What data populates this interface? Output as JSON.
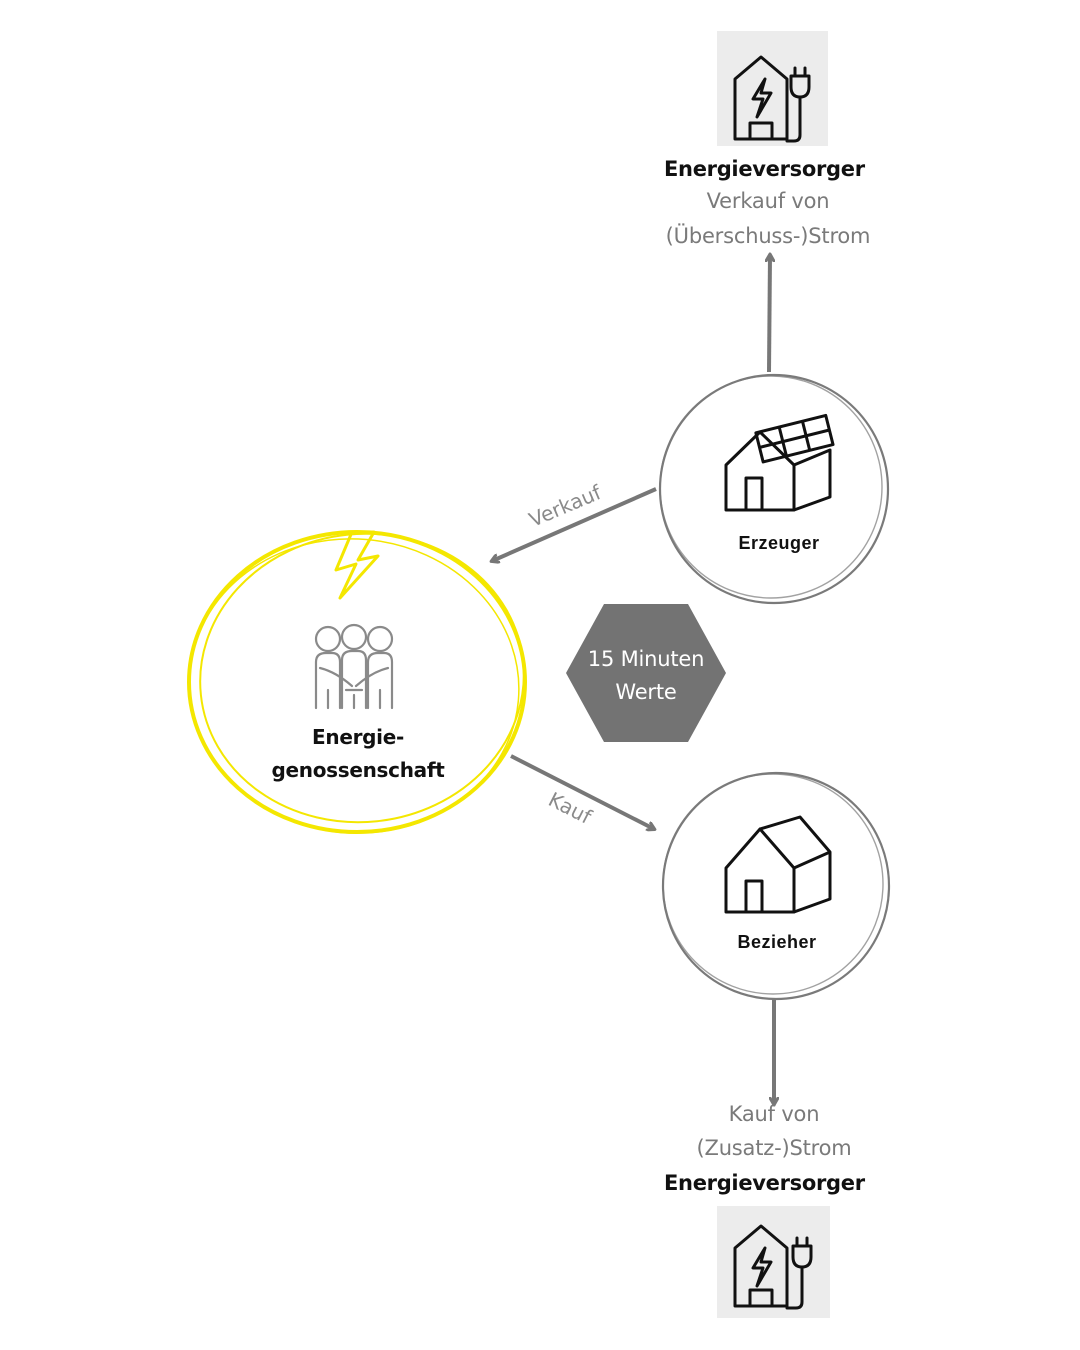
{
  "top_supplier": {
    "title": "Energieversorger",
    "line1": "Verkauf von",
    "line2": "(Überschuss-)Strom",
    "icon": "energy-supplier-icon"
  },
  "producer": {
    "label": "Erzeuger",
    "icon": "solar-house-icon"
  },
  "consumer": {
    "label": "Bezieher",
    "icon": "house-icon"
  },
  "cooperative": {
    "line1": "Energie-",
    "line2": "genossenschaft",
    "icon": "community-people-icon",
    "accent_icon": "lightning-icon",
    "color": "#f4e700"
  },
  "arrows": {
    "sell": "Verkauf",
    "buy": "Kauf"
  },
  "hexagon": {
    "line1": "15 Minuten",
    "line2": "Werte",
    "color": "#737373"
  },
  "bottom_supplier": {
    "line1": "Kauf von",
    "line2": "(Zusatz-)Strom",
    "title": "Energieversorger",
    "icon": "energy-supplier-icon"
  },
  "colors": {
    "arrow": "#777777",
    "circle": "#7a7a7a",
    "tile": "#ececec"
  }
}
